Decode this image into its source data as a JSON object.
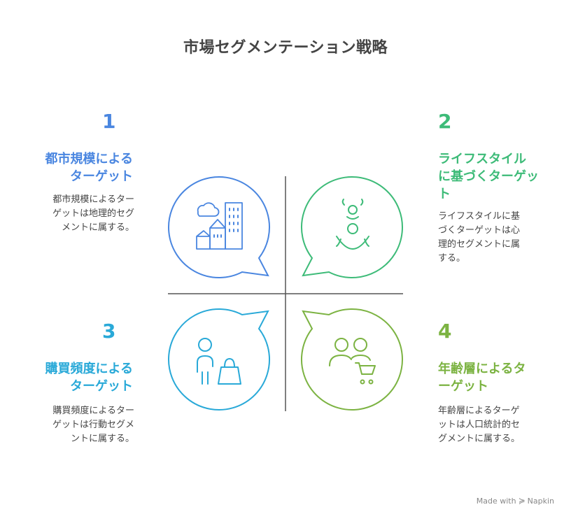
{
  "title": "市場セグメンテーション戦略",
  "quadrants": [
    {
      "number": "1",
      "heading": "都市規模による\nターゲット",
      "description": "都市規模によるター\nゲットは地理的セグ\nメントに属する。",
      "color": "#4a86e0",
      "icon": "city-buildings-icon"
    },
    {
      "number": "2",
      "heading": "ライフスタイル\nに基づくターゲッ\nト",
      "description": "ライフスタイルに基\nづくターゲットは心\n理的セグメントに属\nする。",
      "color": "#3dbb78",
      "icon": "meditating-person-icon"
    },
    {
      "number": "3",
      "heading": "購買頻度による\nターゲット",
      "description": "購買頻度によるター\nゲットは行動セグメ\nントに属する。",
      "color": "#29a9d8",
      "icon": "shopper-bag-icon"
    },
    {
      "number": "4",
      "heading": "年齢層によるタ\nーゲット",
      "description": "年齢層によるターゲ\nットは人口統計的セ\nグメントに属する。",
      "color": "#7cb342",
      "icon": "people-cart-icon"
    }
  ],
  "footer": {
    "made_with": "Made with",
    "brand": "Napkin"
  }
}
